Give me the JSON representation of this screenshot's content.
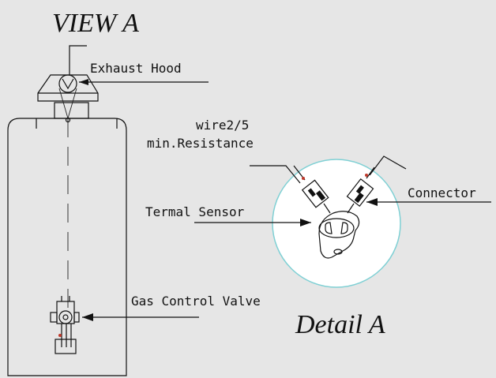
{
  "diagram": {
    "view_title": "VIEW A",
    "detail_title": "Detail A",
    "labels": {
      "exhaust_hood": "Exhaust Hood",
      "wire_line1": "wire2/5",
      "wire_line2": "min.Resistance",
      "connector": "Connector",
      "termal_sensor": "Termal Sensor",
      "gas_control_valve": "Gas Control Valve"
    },
    "colors": {
      "background": "#e6e6e6",
      "line": "#111111",
      "detail_circle_fill": "#ffffff",
      "detail_circle_outline": "#7fd0d4",
      "wire_tip": "#c0392b"
    }
  }
}
